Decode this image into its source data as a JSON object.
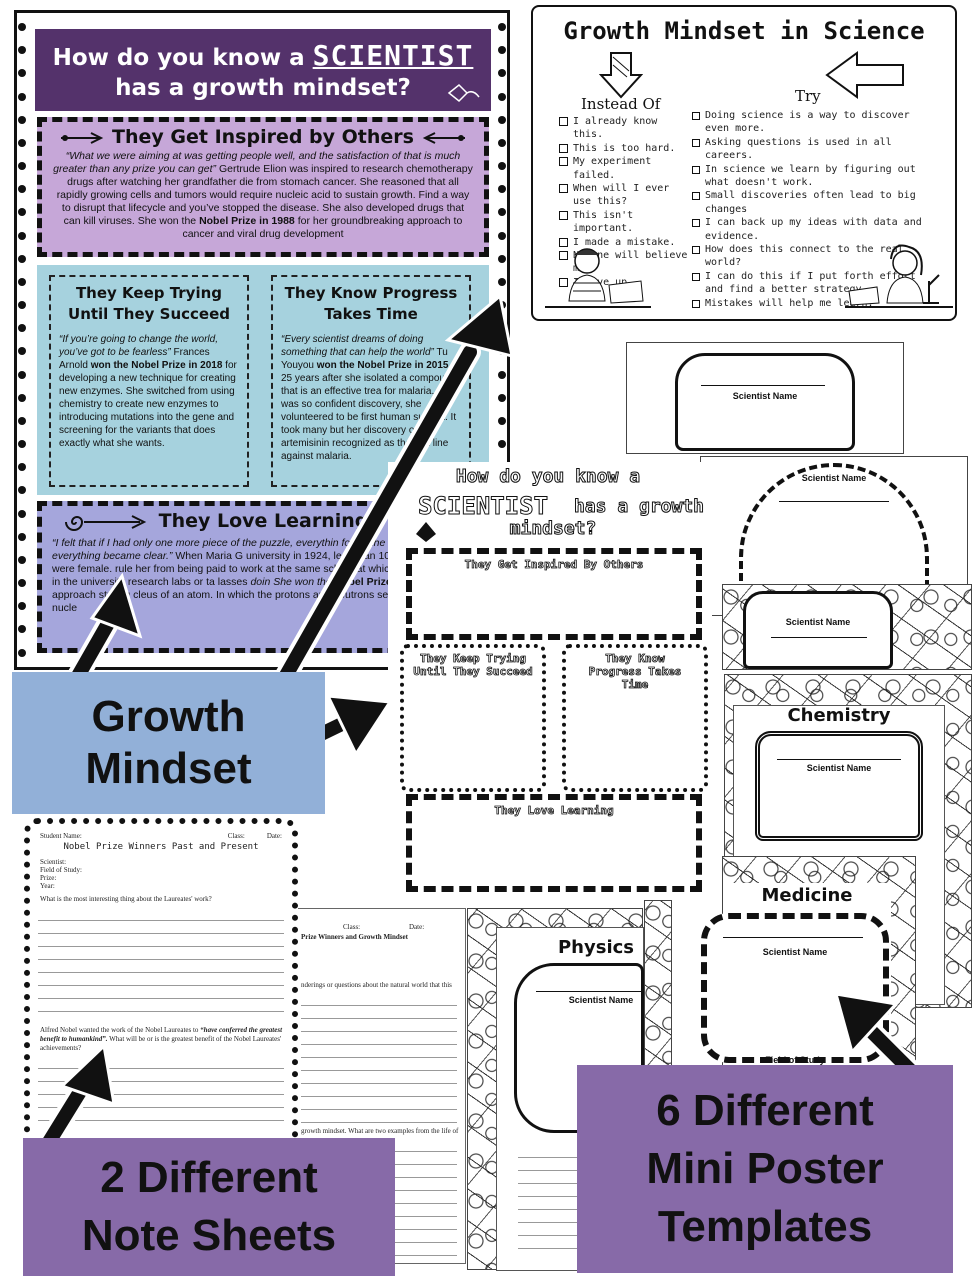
{
  "poster": {
    "title_line1_a": "How do you know a",
    "title_word": "SCIENTIST",
    "title_line2": "has a growth mindset?",
    "inspired": {
      "title": "They Get Inspired by Others",
      "quote": "“What we were aiming at was getting people well, and the satisfaction of that is much greater than any prize you can get”",
      "body": "Gertrude Elion was inspired to research chemotherapy drugs after watching her grandfather die from stomach cancer. She reasoned that all rapidly growing cells and tumors would require nucleic acid to sustain growth. Find a way to disrupt that lifecycle and you’ve stopped the disease. She also developed drugs that can kill viruses. She won the",
      "prize": "Nobel Prize in 1988",
      "tail": "for her groundbreaking approach to cancer and viral drug development"
    },
    "trying": {
      "title": "They Keep Trying Until They Succeed",
      "quote": "“If you’re going to change the world, you’ve got to be fearless”",
      "lead": "Frances Arnold",
      "prize": "won the Nobel Prize in 2018",
      "body": "for developing a new technique for creating new enzymes. She switched from using chemistry to create new enzymes to introducing mutations into the gene and screening for the variants that does exactly what she wants."
    },
    "progress": {
      "title": "They Know Progress Takes Time",
      "quote": "“Every scientist dreams of doing something that can help the world”",
      "lead": "Tu Youyou",
      "prize": "won the Nobel Prize in 2015",
      "body": "25 years after she isolated a compound that is an effective trea for malaria. She was so confident discovery, she volunteered to be first human subject. It took many but her discovery of artemisinin recognized as the first line against malaria."
    },
    "learning": {
      "title": "They Love Learning",
      "quote": "“I felt that if I had only one more piece of the puzzle, everythin found the piece, and everything became clear.”",
      "body1": "When Maria G university in 1924, less than 10% of the students were female. rule her from being paid to work at the same school at which husban worked in the university research labs or ta lasses",
      "body2": "doin She won the",
      "prize": "Nobel Prize in 1963",
      "body3": "fo approach structu cleus of an atom. In which the protons and neutrons series of layers or nucle"
    }
  },
  "worksheet": {
    "title": "Growth Mindset in Science",
    "instead_label": "Instead Of",
    "try_label": "Try",
    "instead_items": [
      "I already know this.",
      "This is too hard.",
      "My experiment failed.",
      "When will I ever use this?",
      "This isn't important.",
      "I made a mistake.",
      "No one will believe me.",
      "I give up."
    ],
    "try_items": [
      "Doing science is a way to discover even more.",
      "Asking questions is used in all careers.",
      "In science we learn by figuring out what doesn't work.",
      "Small discoveries often lead to big changes",
      "I can back up my ideas with data and evidence.",
      "How does this connect to the real world?",
      "I can do this if I put forth effort and find a better strategy.",
      "Mistakes will help me learn."
    ]
  },
  "minis": {
    "scientist_name": "Scientist Name",
    "chemistry": "Chemistry",
    "medicine": "Medicine",
    "physics": "Physics",
    "field_of_study": "Field of Study"
  },
  "organizer": {
    "title1": "How do you know a",
    "title2": "SCIENTIST",
    "title3": "has a growth",
    "title4": "mindset?",
    "inspired": "They Get Inspired By Others",
    "trying": "They Keep Trying Until They Succeed",
    "progress": "They Know Progress Takes Time",
    "learning": "They Love Learning"
  },
  "note1": {
    "student_name": "Student Name:",
    "class": "Class:",
    "date": "Date:",
    "title": "Nobel Prize Winners Past and Present",
    "scientist": "Scientist:",
    "field": "Field of Study:",
    "prize": "Prize:",
    "year": "Year:",
    "q1": "What is the most interesting thing about the Laureates' work?",
    "q2a": "Alfred Nobel wanted the work of the Nobel Laureates to",
    "q2quote": "“have conferred the greatest benefit to humankind”.",
    "q2b": "What will be or is the greatest benefit of the Nobel Laureates' achievements?"
  },
  "note2": {
    "class": "Class:",
    "date": "Date:",
    "title": "Prize Winners and Growth Mindset",
    "q1": "nderings or questions about the natural world that this",
    "q2": "growth mindset. What are two examples from the life of"
  },
  "labels": {
    "growth1": "Growth",
    "growth2": "Mindset",
    "note1": "2 Different",
    "note2": "Note Sheets",
    "mini1": "6 Different",
    "mini2": "Mini Poster",
    "mini3": "Templates"
  }
}
